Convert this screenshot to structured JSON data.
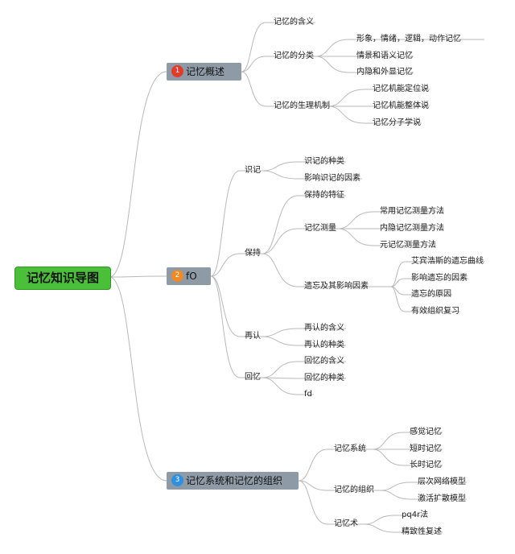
{
  "root": {
    "label": "记忆知识导图"
  },
  "branches": [
    {
      "number": "1",
      "label": "记忆概述",
      "badge_color": "#e23b2e"
    },
    {
      "number": "2",
      "label": "fO",
      "badge_color": "#f08a24"
    },
    {
      "number": "3",
      "label": "记忆系统和记忆的组织",
      "badge_color": "#2f8fe0"
    }
  ],
  "b1": {
    "meaning": "记忆的含义",
    "classify": "记忆的分类",
    "classify_items": [
      "形象，情绪，逻辑，动作记忆",
      "情景和语义记忆",
      "内隐和外显记忆"
    ],
    "mechanism": "记忆的生理机制",
    "mechanism_items": [
      "记忆机能定位说",
      "记忆机能整体说",
      "记忆分子学说"
    ]
  },
  "b2": {
    "encode": "识记",
    "encode_items": [
      "识记的种类",
      "影响识记的因素"
    ],
    "retain": "保持",
    "retain_feature": "保持的特征",
    "measure": "记忆测量",
    "measure_items": [
      "常用记忆测量方法",
      "内隐记忆测量方法",
      "元记忆测量方法"
    ],
    "forget": "遗忘及其影响因素",
    "forget_items": [
      "艾宾浩斯的遗忘曲线",
      "影响遗忘的因素",
      "遗忘的原因",
      "有效组织复习"
    ],
    "recog": "再认",
    "recog_items": [
      "再认的含义",
      "再认的种类"
    ],
    "recall": "回忆",
    "recall_items": [
      "回忆的含义",
      "回忆的种类",
      "fd"
    ]
  },
  "b3": {
    "system": "记忆系统",
    "system_items": [
      "感觉记忆",
      "短时记忆",
      "长时记忆"
    ],
    "org": "记忆的组织",
    "org_items": [
      "层次网络模型",
      "激活扩散模型"
    ],
    "tech": "记忆术",
    "tech_items": [
      "pq4r法",
      "精致性复述"
    ]
  },
  "colors": {
    "connector": "#b9b9b9",
    "root_fill": "#4bbf3a",
    "branch_fill": "#8e9aa6"
  }
}
